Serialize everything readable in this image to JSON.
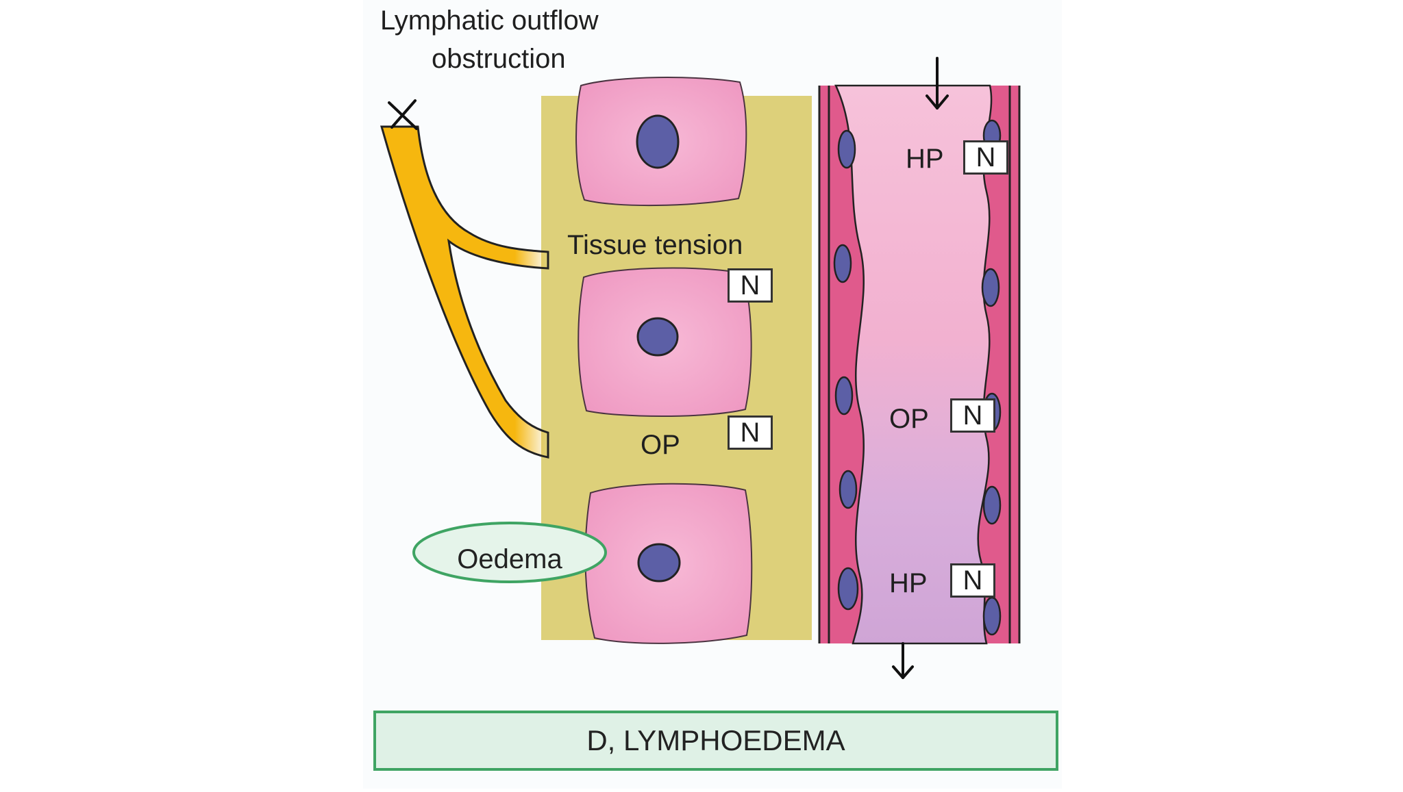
{
  "diagram": {
    "title": "Lymphatic outflow obstruction",
    "title_lines": [
      "Lymphatic outflow",
      "obstruction"
    ],
    "tissue_tension": {
      "label": "Tissue tension",
      "status": "N"
    },
    "interstitial_op": {
      "label": "OP",
      "status": "N"
    },
    "vessel_hp_top": {
      "label": "HP",
      "status": "N"
    },
    "vessel_op": {
      "label": "OP",
      "status": "N"
    },
    "vessel_hp_bottom": {
      "label": "HP",
      "status": "N"
    },
    "oedema_label": "Oedema",
    "caption": "D, LYMPHOEDEMA"
  },
  "colors": {
    "interstitium": "#ddd07a",
    "lymphatic": "#f6b70f",
    "cell": "#f3a8cb",
    "nucleus": "#5c5fa6",
    "vessel_wall": "#d63e78",
    "vessel_lumen": "#f4b7d4",
    "caption_border": "#3fa463",
    "caption_fill": "#dff1e6",
    "oedema_border": "#3fa463",
    "oedema_fill": "#e5f4ea"
  }
}
